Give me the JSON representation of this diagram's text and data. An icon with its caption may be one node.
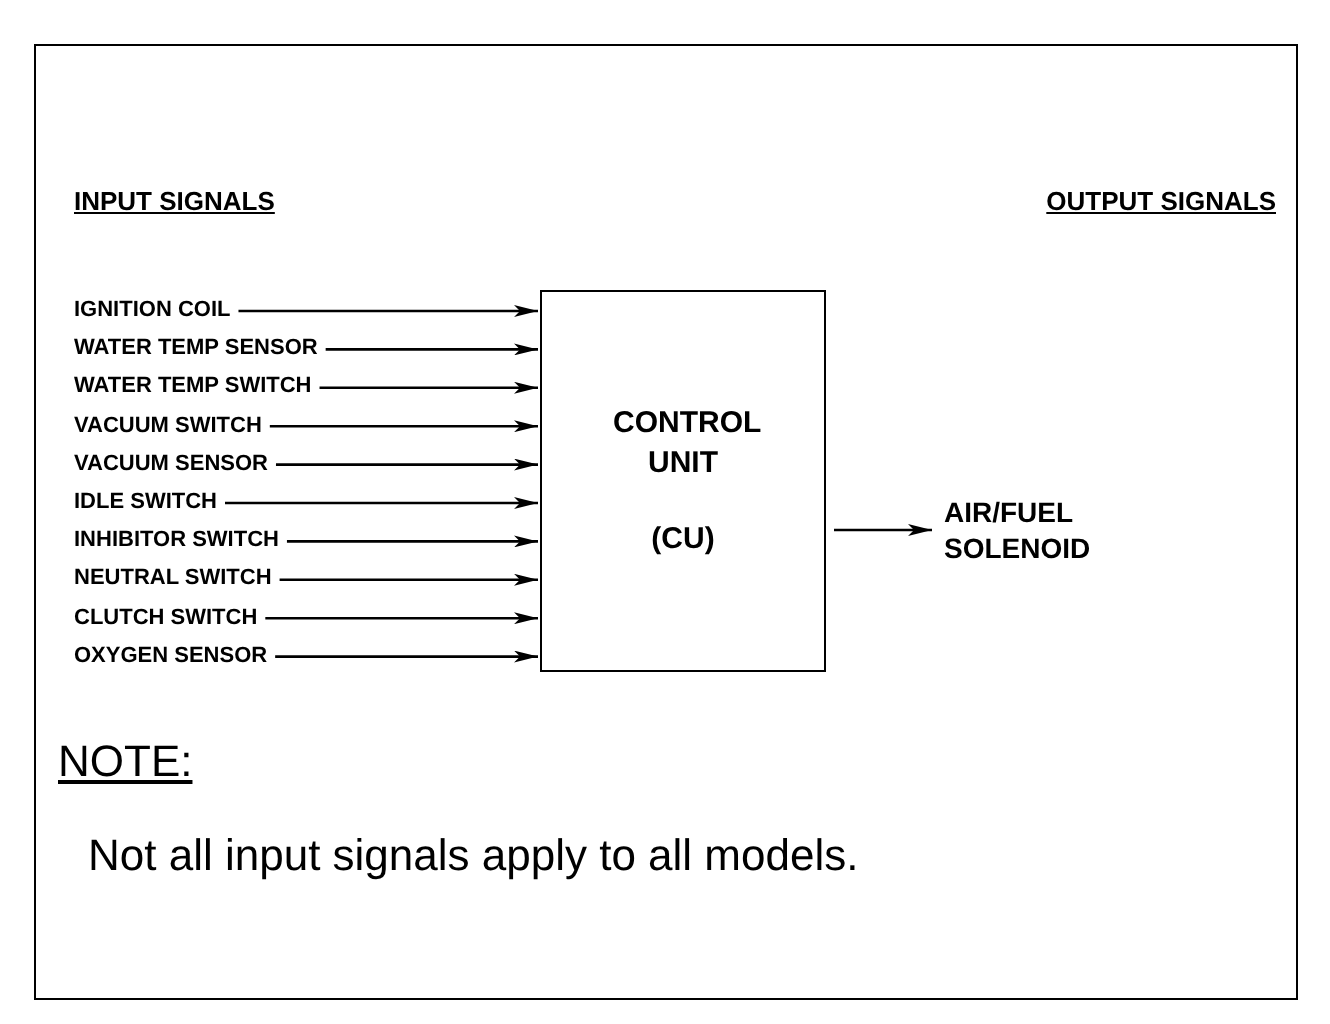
{
  "diagram": {
    "nodes": [
      {
        "text": [
          "IGNITION COIL"
        ]
      },
      {
        "text": [
          "WATER TEMP SENSOR"
        ]
      },
      {
        "text": [
          "WATER TEMP SWITCH"
        ]
      },
      {
        "text": [
          "VACUUM SWITCH"
        ]
      },
      {
        "text": [
          "VACUUM SENSOR"
        ]
      },
      {
        "text": [
          "IDLE SWITCH"
        ]
      },
      {
        "text": [
          "INHIBITOR SWITCH"
        ]
      },
      {
        "text": [
          "NEUTRAL SWITCH"
        ]
      },
      {
        "text": [
          "CLUTCH SWITCH"
        ]
      },
      {
        "text": [
          "OXYGEN SENSOR"
        ]
      },
      {
        "text": [
          "CONTROL UNIT",
          "(CU)"
        ]
      },
      {
        "text": [
          "AIR/FUEL SOLENOID"
        ]
      }
    ],
    "edges": [
      {
        "from": 0,
        "to": 10,
        "arrow": "to"
      },
      {
        "from": 1,
        "to": 10,
        "arrow": "to"
      },
      {
        "from": 2,
        "to": 10,
        "arrow": "to"
      },
      {
        "from": 3,
        "to": 10,
        "arrow": "to"
      },
      {
        "from": 4,
        "to": 10,
        "arrow": "to"
      },
      {
        "from": 5,
        "to": 10,
        "arrow": "to"
      },
      {
        "from": 6,
        "to": 10,
        "arrow": "to"
      },
      {
        "from": 7,
        "to": 10,
        "arrow": "to"
      },
      {
        "from": 8,
        "to": 10,
        "arrow": "to"
      },
      {
        "from": 9,
        "to": 10,
        "arrow": "to"
      },
      {
        "from": 10,
        "to": 11,
        "arrow": "to"
      }
    ],
    "labels": [
      "INPUT SIGNALS",
      "OUTPUT SIGNALS",
      "NOTE:",
      "Not all input signals apply to all models."
    ]
  }
}
